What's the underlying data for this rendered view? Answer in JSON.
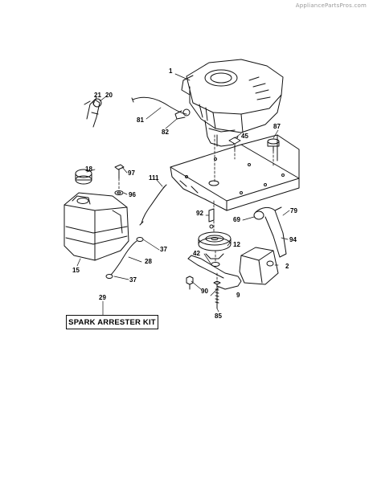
{
  "watermark": "AppliancePartsPros.com",
  "kit_label": "SPARK ARRESTER KIT",
  "callouts": [
    {
      "id": "1",
      "label": "1"
    },
    {
      "id": "21",
      "label": "21"
    },
    {
      "id": "20",
      "label": "20"
    },
    {
      "id": "81",
      "label": "81"
    },
    {
      "id": "82",
      "label": "82"
    },
    {
      "id": "45",
      "label": "45"
    },
    {
      "id": "87",
      "label": "87"
    },
    {
      "id": "18",
      "label": "18"
    },
    {
      "id": "97",
      "label": "97"
    },
    {
      "id": "111",
      "label": "111"
    },
    {
      "id": "96",
      "label": "96"
    },
    {
      "id": "92",
      "label": "92"
    },
    {
      "id": "69",
      "label": "69"
    },
    {
      "id": "79",
      "label": "79"
    },
    {
      "id": "94",
      "label": "94"
    },
    {
      "id": "37a",
      "label": "37"
    },
    {
      "id": "12",
      "label": "12"
    },
    {
      "id": "42",
      "label": "42"
    },
    {
      "id": "28",
      "label": "28"
    },
    {
      "id": "15",
      "label": "15"
    },
    {
      "id": "2",
      "label": "2"
    },
    {
      "id": "37b",
      "label": "37"
    },
    {
      "id": "90",
      "label": "90"
    },
    {
      "id": "9",
      "label": "9"
    },
    {
      "id": "29",
      "label": "29"
    },
    {
      "id": "85",
      "label": "85"
    }
  ]
}
